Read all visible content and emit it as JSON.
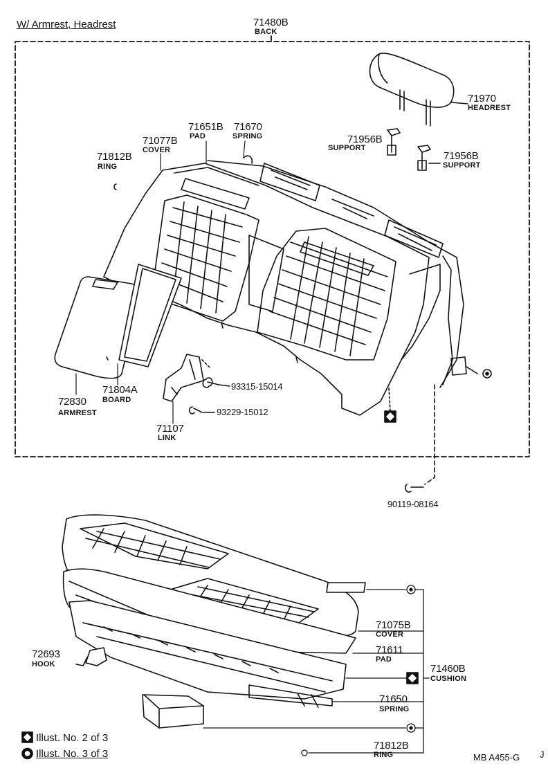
{
  "header": {
    "variant": "W/ Armrest, Headrest"
  },
  "back_assembly": {
    "part": "71480B",
    "name": "BACK"
  },
  "parts": {
    "headrest": {
      "part": "71970",
      "name": "HEADREST"
    },
    "support_left": {
      "part": "71956B",
      "name": "SUPPORT"
    },
    "support_right": {
      "part": "71956B",
      "name": "SUPPORT"
    },
    "back_pad": {
      "part": "71651B",
      "name": "PAD"
    },
    "back_spring": {
      "part": "71670",
      "name": "SPRING"
    },
    "back_cover": {
      "part": "71077B",
      "name": "COVER"
    },
    "back_ring": {
      "part": "71812B",
      "name": "RING"
    },
    "armrest": {
      "part": "72830",
      "name": "ARMREST"
    },
    "board": {
      "part": "71804A",
      "name": "BOARD"
    },
    "link": {
      "part": "71107",
      "name": "LINK"
    },
    "bolt_a": {
      "part": "93315-15014"
    },
    "bolt_b": {
      "part": "93229-15012"
    },
    "bolt_c": {
      "part": "90119-08164"
    },
    "hook": {
      "part": "72693",
      "name": "HOOK"
    },
    "cushion_cover": {
      "part": "71075B",
      "name": "COVER"
    },
    "cushion_pad": {
      "part": "71611",
      "name": "PAD"
    },
    "cushion_assembly": {
      "part": "71460B",
      "name": "CUSHION"
    },
    "cushion_spring": {
      "part": "71650",
      "name": "SPRING"
    },
    "cushion_ring": {
      "part": "71812B",
      "name": "RING"
    }
  },
  "legend": {
    "diamond": "Illust. No. 2 of 3",
    "circle": "Illust. No. 3 of 3"
  },
  "footer": {
    "code": "MB  A455-G",
    "mark": "J"
  }
}
